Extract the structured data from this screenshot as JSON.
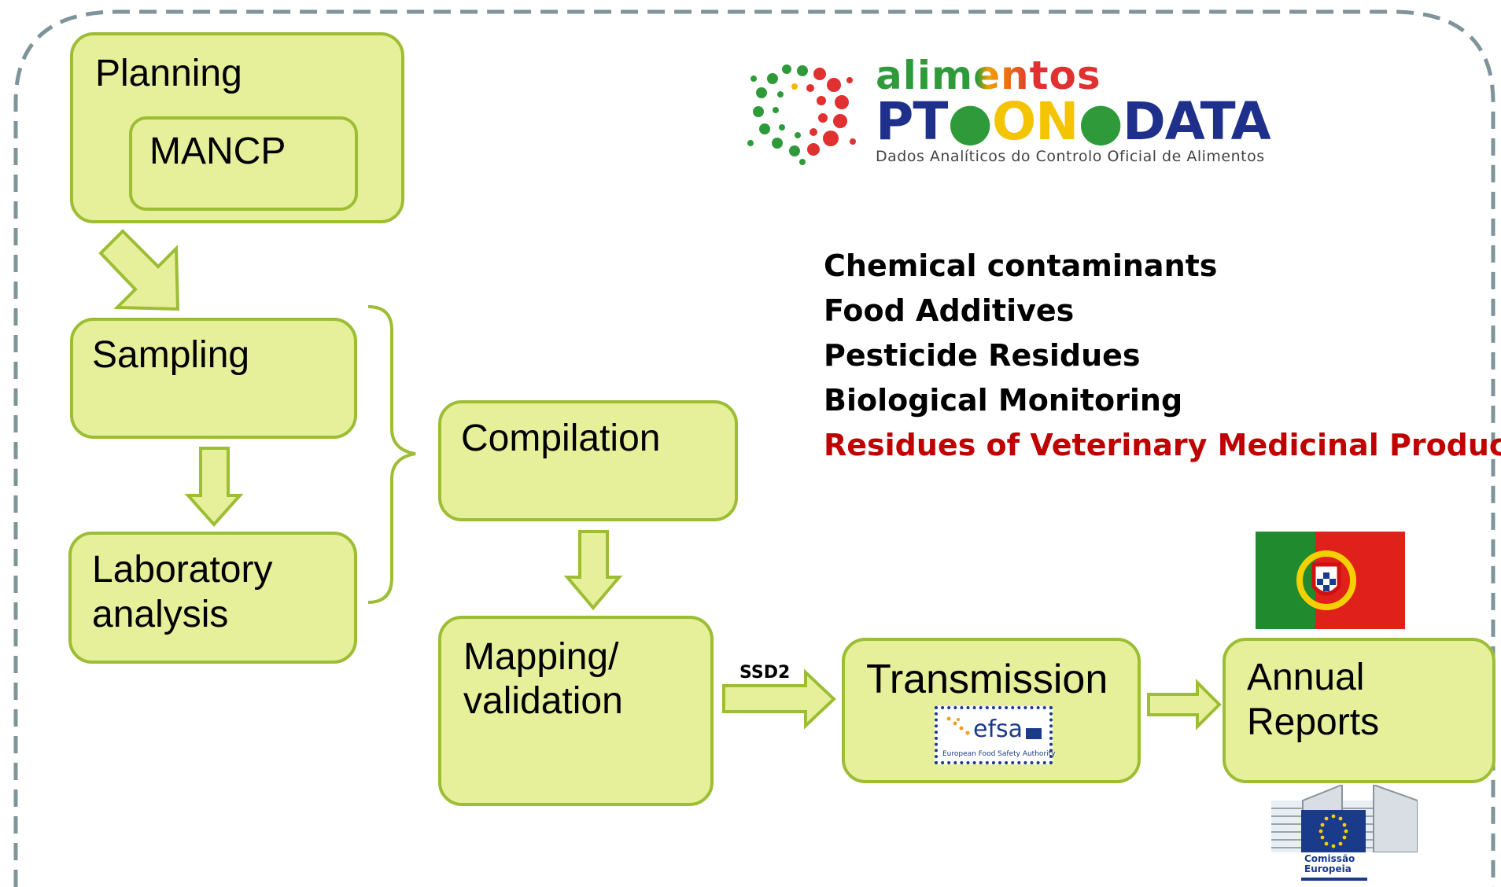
{
  "steps": {
    "planning": "Planning",
    "mancp": "MANCP",
    "sampling": "Sampling",
    "lab_line1": "Laboratory",
    "lab_line2": "analysis",
    "compilation": "Compilation",
    "mapping_line1": "Mapping/",
    "mapping_line2": "validation",
    "transmission": "Transmission",
    "reports_line1": "Annual",
    "reports_line2": "Reports"
  },
  "connector_label": "SSD2",
  "topics": [
    {
      "text": "Chemical contaminants",
      "color": "#000000"
    },
    {
      "text": "Food Additives",
      "color": "#000000"
    },
    {
      "text": "Pesticide Residues",
      "color": "#000000"
    },
    {
      "text": "Biological Monitoring",
      "color": "#000000"
    },
    {
      "text": "Residues of Veterinary Medicinal Products",
      "color": "#c00000"
    }
  ],
  "logo": {
    "alimentos": "alimentos",
    "pt": "PT",
    "on": "ON",
    "data": "DATA",
    "subtitle": "Dados Analíticos do Controlo Oficial de Alimentos"
  },
  "efsa": {
    "word": "efsa",
    "tagline": "European Food Safety Authority"
  },
  "ec": {
    "line1": "Comissão",
    "line2": "Europeia"
  },
  "colors": {
    "box_fill": "#e6ef9a",
    "box_border": "#9dbd34",
    "frame": "#7f949a",
    "highlight": "#c00000"
  }
}
